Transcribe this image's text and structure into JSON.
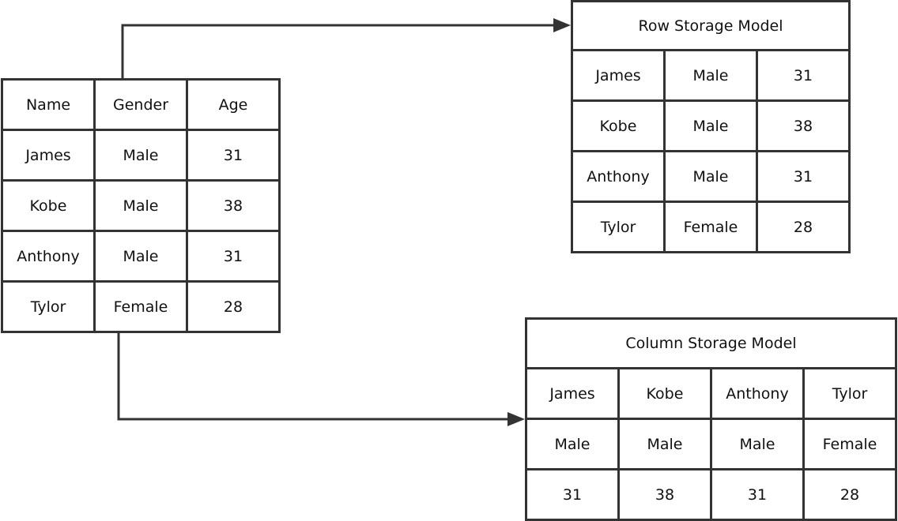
{
  "source_table": {
    "headers": [
      "Name",
      "Gender",
      "Age"
    ],
    "rows": [
      [
        "James",
        "Male",
        "31"
      ],
      [
        "Kobe",
        "Male",
        "38"
      ],
      [
        "Anthony",
        "Male",
        "31"
      ],
      [
        "Tylor",
        "Female",
        "28"
      ]
    ]
  },
  "row_model": {
    "title": "Row Storage Model",
    "rows": [
      [
        "James",
        "Male",
        "31"
      ],
      [
        "Kobe",
        "Male",
        "38"
      ],
      [
        "Anthony",
        "Male",
        "31"
      ],
      [
        "Tylor",
        "Female",
        "28"
      ]
    ]
  },
  "column_model": {
    "title": "Column Storage Model",
    "rows": [
      [
        "James",
        "Kobe",
        "Anthony",
        "Tylor"
      ],
      [
        "Male",
        "Male",
        "Male",
        "Female"
      ],
      [
        "31",
        "38",
        "31",
        "28"
      ]
    ]
  },
  "colors": {
    "line": "#333333",
    "text": "#111111",
    "background": "#ffffff"
  }
}
